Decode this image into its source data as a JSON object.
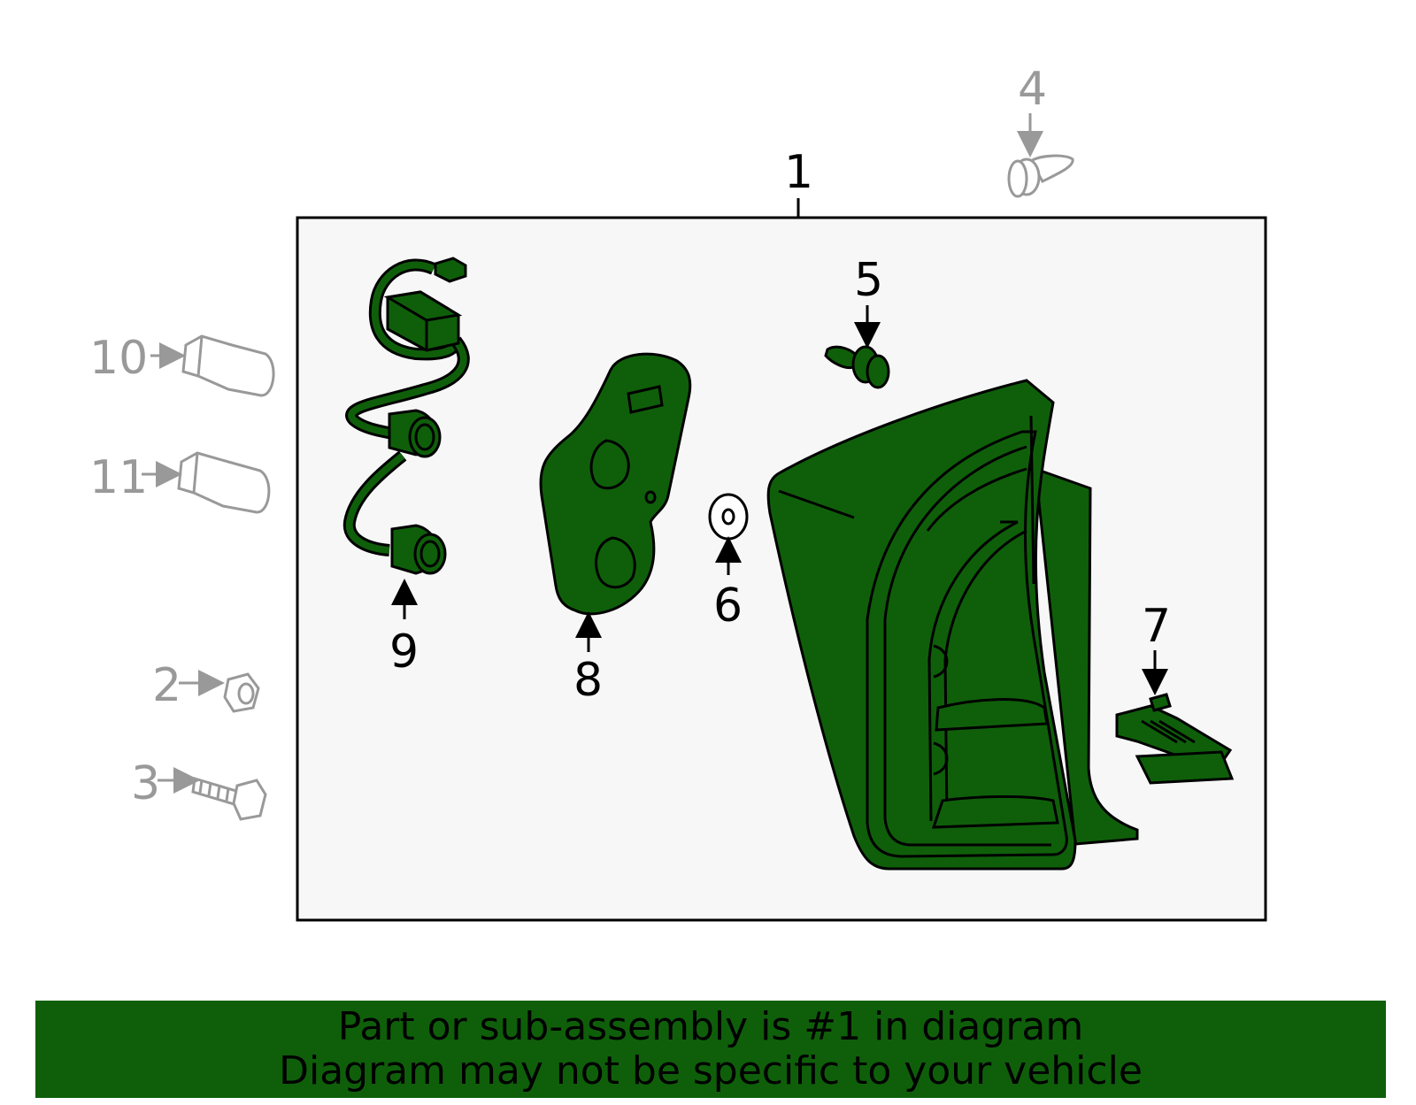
{
  "callouts": {
    "c1": "1",
    "c2": "2",
    "c3": "3",
    "c4": "4",
    "c5": "5",
    "c6": "6",
    "c7": "7",
    "c8": "8",
    "c9": "9",
    "c10": "10",
    "c11": "11"
  },
  "footer": {
    "line1": "Part or sub-assembly is #1 in diagram",
    "line2": "Diagram may not be specific to your vehicle"
  },
  "colors": {
    "part_fill": "#0f5f0a",
    "banner_fill": "#0f5f0a",
    "panel_fill": "#f7f7f7",
    "outline": "#000000",
    "external_part": "#999999"
  }
}
